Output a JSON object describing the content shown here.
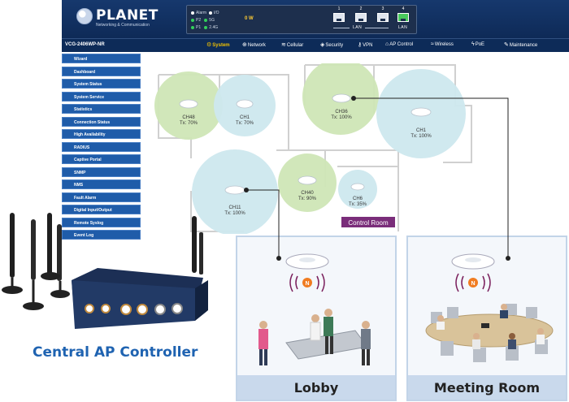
{
  "header": {
    "brand_name": "PLANET",
    "brand_tagline": "Networking & Communication",
    "status_leds": {
      "alarm": "Alarm",
      "io": "I/O",
      "p2": "P2",
      "g5": "5G",
      "p1": "P1",
      "g24": "2.4G"
    },
    "power_reading": "0 W",
    "ports": [
      "1",
      "2",
      "3",
      "4"
    ],
    "lan_labels": [
      "LAN",
      "LAN"
    ]
  },
  "navbar": {
    "device_name": "VCG-2406WP-NR",
    "items": [
      {
        "label": "System",
        "icon": "gear-icon"
      },
      {
        "label": "Network",
        "icon": "network-icon"
      },
      {
        "label": "Cellular",
        "icon": "cellular-icon"
      },
      {
        "label": "Security",
        "icon": "shield-icon"
      },
      {
        "label": "VPN",
        "icon": "key-icon"
      },
      {
        "label": "AP Control",
        "icon": "ap-icon"
      },
      {
        "label": "Wireless",
        "icon": "wifi-icon"
      },
      {
        "label": "PoE",
        "icon": "poe-icon"
      },
      {
        "label": "Maintenance",
        "icon": "wrench-icon"
      }
    ]
  },
  "sidebar": {
    "items": [
      {
        "label": "Wizard"
      },
      {
        "label": "Dashboard"
      },
      {
        "label": "System Status"
      },
      {
        "label": "System Service"
      },
      {
        "label": "Statistics"
      },
      {
        "label": "Connection Status"
      },
      {
        "label": "High Availability"
      },
      {
        "label": "RADIUS"
      },
      {
        "label": "Captive Portal"
      },
      {
        "label": "SNMP"
      },
      {
        "label": "NMS"
      },
      {
        "label": "Fault Alarm"
      },
      {
        "label": "Digital Input/Output"
      },
      {
        "label": "Remote Syslog"
      },
      {
        "label": "Event Log"
      }
    ]
  },
  "floorplan": {
    "access_points": [
      {
        "channel": "CH48",
        "tx": "Tx: 70%",
        "color": "green"
      },
      {
        "channel": "CH1",
        "tx": "Tx: 70%",
        "color": "blue"
      },
      {
        "channel": "CH36",
        "tx": "Tx: 100%",
        "color": "green"
      },
      {
        "channel": "CH1",
        "tx": "Tx: 100%",
        "color": "blue"
      },
      {
        "channel": "CH11",
        "tx": "Tx: 100%",
        "color": "blue"
      },
      {
        "channel": "CH40",
        "tx": "Tx: 90%",
        "color": "green"
      },
      {
        "channel": "CH6",
        "tx": "Tx: 35%",
        "color": "blue"
      }
    ],
    "room_label": "Control Room"
  },
  "scenes": {
    "lobby": "Lobby",
    "meeting_room": "Meeting Room",
    "badge_letter": "N"
  },
  "caption": "Central AP Controller",
  "colors": {
    "header_bg": "#16386d",
    "nav_active": "#f2c200",
    "sidebar_item": "#1f5ca9",
    "green_zone": "#cfe6b6",
    "blue_zone": "#cde8ee",
    "caption": "#1f63b1",
    "control_room": "#7a2d7a",
    "badge": "#f07c21"
  }
}
